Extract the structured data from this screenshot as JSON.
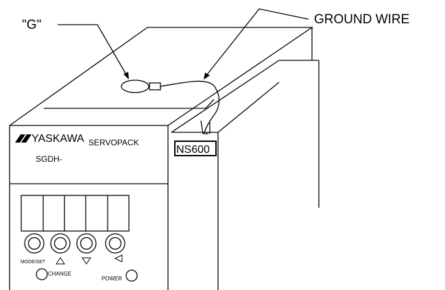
{
  "callouts": {
    "ground_lug": "\"G\"",
    "ground_wire": "GROUND WIRE"
  },
  "servopack": {
    "brand": "YASKAWA",
    "product": "SERVOPACK",
    "model": "SGDH-",
    "buttons": [
      "MODE/SET",
      "CHANGE",
      "POWER"
    ]
  },
  "option_unit": {
    "label": "NS600"
  },
  "icons": {
    "logo": "yaskawa-logo-icon",
    "up": "triangle-up-icon",
    "down": "triangle-down-icon",
    "left": "triangle-left-icon"
  },
  "colors": {
    "line": "#000000",
    "background": "#ffffff"
  }
}
